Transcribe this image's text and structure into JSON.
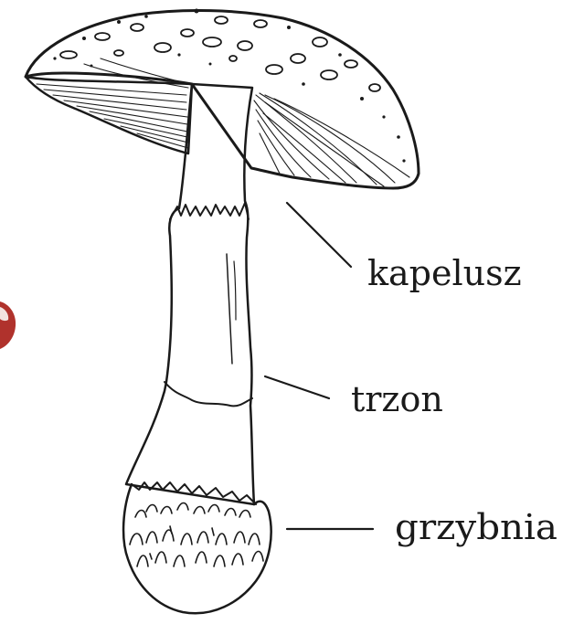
{
  "labels": {
    "cap": "kapelusz",
    "stem": "trzon",
    "mycelium": "grzybnia"
  },
  "colors": {
    "ink": "#1a1a1a",
    "background": "#ffffff",
    "edge_fragment": "#b0322c"
  }
}
